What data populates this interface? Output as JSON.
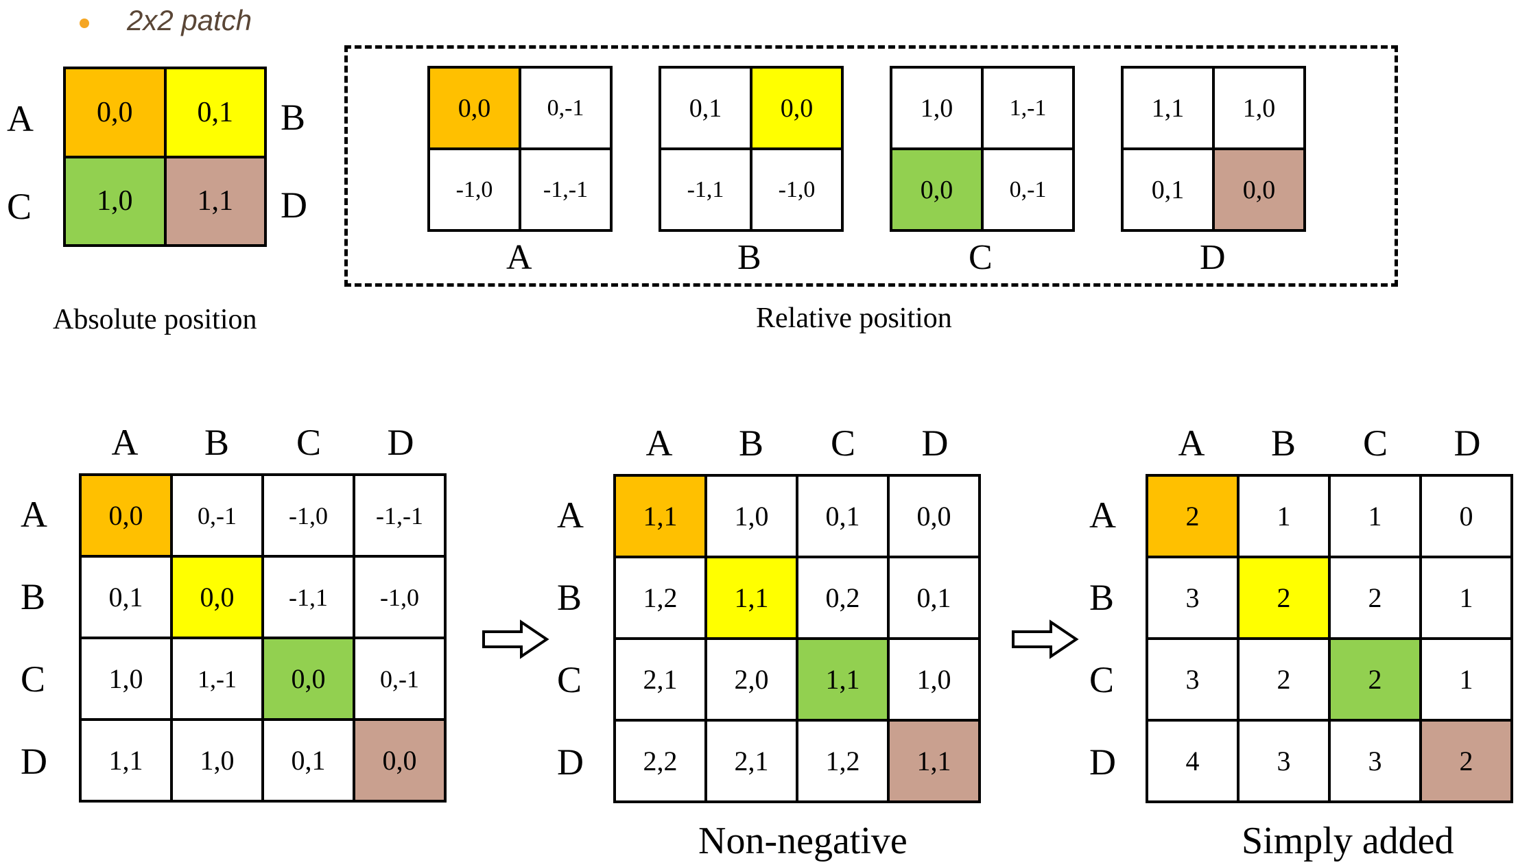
{
  "legend": {
    "text": "2x2 patch",
    "dot_color": "#F5A623"
  },
  "colors": {
    "orange": "#FFC000",
    "yellow": "#FFFF00",
    "green": "#92D050",
    "brown": "#C9A08F"
  },
  "absolute": {
    "caption": "Absolute position",
    "side_labels": [
      "A",
      "B",
      "C",
      "D"
    ],
    "cells": [
      [
        "0,0",
        "0,1"
      ],
      [
        "1,0",
        "1,1"
      ]
    ],
    "highlight": [
      [
        "orange",
        "yellow"
      ],
      [
        "green",
        "brown"
      ]
    ]
  },
  "relative": {
    "caption": "Relative position",
    "patches": [
      {
        "label": "A",
        "cells": [
          [
            "0,0",
            "0,-1"
          ],
          [
            "-1,0",
            "-1,-1"
          ]
        ],
        "highlight": [
          [
            "orange",
            ""
          ],
          [
            "",
            ""
          ]
        ]
      },
      {
        "label": "B",
        "cells": [
          [
            "0,1",
            "0,0"
          ],
          [
            "-1,1",
            "-1,0"
          ]
        ],
        "highlight": [
          [
            "",
            "yellow"
          ],
          [
            "",
            ""
          ]
        ]
      },
      {
        "label": "C",
        "cells": [
          [
            "1,0",
            "1,-1"
          ],
          [
            "0,0",
            "0,-1"
          ]
        ],
        "highlight": [
          [
            "",
            ""
          ],
          [
            "green",
            ""
          ]
        ]
      },
      {
        "label": "D",
        "cells": [
          [
            "1,1",
            "1,0"
          ],
          [
            "0,1",
            "0,0"
          ]
        ],
        "highlight": [
          [
            "",
            ""
          ],
          [
            "",
            "brown"
          ]
        ]
      }
    ]
  },
  "matrices": [
    {
      "caption": "",
      "col_labels": [
        "A",
        "B",
        "C",
        "D"
      ],
      "row_labels": [
        "A",
        "B",
        "C",
        "D"
      ],
      "cells": [
        [
          "0,0",
          "0,-1",
          "-1,0",
          "-1,-1"
        ],
        [
          "0,1",
          "0,0",
          "-1,1",
          "-1,0"
        ],
        [
          "1,0",
          "1,-1",
          "0,0",
          "0,-1"
        ],
        [
          "1,1",
          "1,0",
          "0,1",
          "0,0"
        ]
      ]
    },
    {
      "caption": "Non-negative",
      "col_labels": [
        "A",
        "B",
        "C",
        "D"
      ],
      "row_labels": [
        "A",
        "B",
        "C",
        "D"
      ],
      "cells": [
        [
          "1,1",
          "1,0",
          "0,1",
          "0,0"
        ],
        [
          "1,2",
          "1,1",
          "0,2",
          "0,1"
        ],
        [
          "2,1",
          "2,0",
          "1,1",
          "1,0"
        ],
        [
          "2,2",
          "2,1",
          "1,2",
          "1,1"
        ]
      ]
    },
    {
      "caption": "Simply added",
      "col_labels": [
        "A",
        "B",
        "C",
        "D"
      ],
      "row_labels": [
        "A",
        "B",
        "C",
        "D"
      ],
      "cells": [
        [
          "2",
          "1",
          "1",
          "0"
        ],
        [
          "3",
          "2",
          "2",
          "1"
        ],
        [
          "3",
          "2",
          "2",
          "1"
        ],
        [
          "4",
          "3",
          "3",
          "2"
        ]
      ]
    }
  ],
  "diagonal_colors": [
    "orange",
    "yellow",
    "green",
    "brown"
  ]
}
